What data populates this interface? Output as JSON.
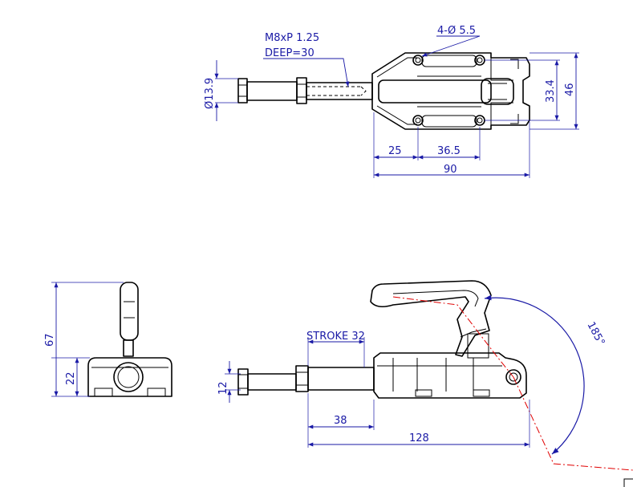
{
  "annotations": {
    "thread": "M8xP 1.25",
    "deep": "DEEP=30",
    "holes": "4-Ø 5.5",
    "rod_dia": "Ø13.9",
    "hole_spacing_v": "33.4",
    "height_top": "46",
    "dim_25": "25",
    "dim_36_5": "36.5",
    "dim_90": "90",
    "stroke": "STROKE 32",
    "angle": "185°",
    "dim_12": "12",
    "dim_38": "38",
    "dim_128": "128",
    "dim_67": "67",
    "dim_22": "22"
  },
  "colors": {
    "dimension": "#1a1aa6",
    "outline": "#000000",
    "centerline": "#e00000"
  }
}
